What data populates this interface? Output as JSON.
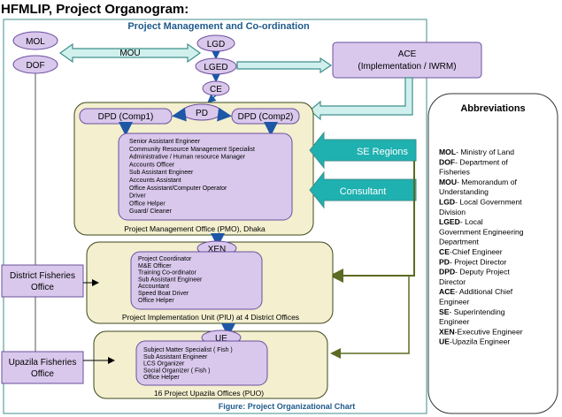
{
  "title": "HFMLIP, Project Organogram:",
  "header": "Project Management and Co-ordination",
  "figure_caption": "Figure: Project Organizational Chart",
  "nodes": {
    "mol": "MOL",
    "dof": "DOF",
    "mou": "MOU",
    "lgd": "LGD",
    "lged": "LGED",
    "ce": "CE",
    "pd": "PD",
    "dpd1": "DPD (Comp1)",
    "dpd2": "DPD (Comp2)",
    "ace_line1": "ACE",
    "ace_line2": "(Implementation / IWRM)",
    "se_regions": "SE Regions",
    "consultant": "Consultant",
    "xen": "XEN",
    "ue": "UE",
    "district_line1": "District Fisheries",
    "district_line2": "Office",
    "upazila_line1": "Upazila Fisheries",
    "upazila_line2": "Office"
  },
  "pmo": {
    "staff": [
      "Senior Assistant Engineer",
      "Community Resource Management Specialist",
      "Administrative / Human resource Manager",
      "Accounts Officer",
      "Sub Assistant Engineer",
      "Accounts Assistant",
      "Office Assistant/Computer Operator",
      "Driver",
      "Office Helper",
      "Guard/ Cleaner"
    ],
    "caption": "Project Management  Office (PMO), Dhaka"
  },
  "piu": {
    "staff": [
      "Project Coordinator",
      "M&E Officer",
      "Training Co-ordinator",
      "Sub Assistant Engineer",
      "Accountant",
      "Speed Boat Driver",
      "Office Helper"
    ],
    "caption": "Project Implementation  Unit (PIU) at 4 District  Offices"
  },
  "puo": {
    "staff": [
      "Subject Matter Specialist ( Fish )",
      "Sub Assistant Engineer",
      "LCS Organizer",
      "Social Organizer ( Fish )",
      "Office Helper"
    ],
    "caption": "16  Project Upazila  Offices  (PUO)"
  },
  "abbreviations": {
    "heading": "Abbreviations",
    "lines": [
      {
        "b": "MOL",
        "t": "- Ministry of Land"
      },
      {
        "b": "DOF",
        "t": "- Department  of"
      },
      {
        "b": "",
        "t": "Fisheries"
      },
      {
        "b": "MOU",
        "t": "- Memorandum of"
      },
      {
        "b": "",
        "t": "Understanding"
      },
      {
        "b": "LGD",
        "t": "-  Local Government"
      },
      {
        "b": "",
        "t": "Division"
      },
      {
        "b": "LGED",
        "t": "-  Local"
      },
      {
        "b": "",
        "t": "Government Engineering"
      },
      {
        "b": "",
        "t": "Department"
      },
      {
        "b": "CE",
        "t": "-Chief Engineer"
      },
      {
        "b": "PD",
        "t": "- Project Director"
      },
      {
        "b": "DPD",
        "t": "- Deputy Project"
      },
      {
        "b": "",
        "t": "Director"
      },
      {
        "b": "ACE",
        "t": "- Additional Chief"
      },
      {
        "b": "",
        "t": "Engineer"
      },
      {
        "b": "SE",
        "t": "-  Superintending"
      },
      {
        "b": "",
        "t": "Engineer"
      },
      {
        "b": "XEN",
        "t": "-Executive  Engineer"
      },
      {
        "b": "UE",
        "t": "-Upazila  Engineer"
      }
    ]
  },
  "colors": {
    "lavender": "#d9c8ec",
    "purple_border": "#6b4f9e",
    "beige": "#f3efcf",
    "beige_border": "#3e4a1e",
    "teal_fill": "#d0f0ee",
    "teal_border": "#3f8f8c",
    "region_fill": "#1fb0b0",
    "blue_arrow": "#1d57a6",
    "olive": "#5b6b22",
    "header_text": "#1f5a8c"
  }
}
